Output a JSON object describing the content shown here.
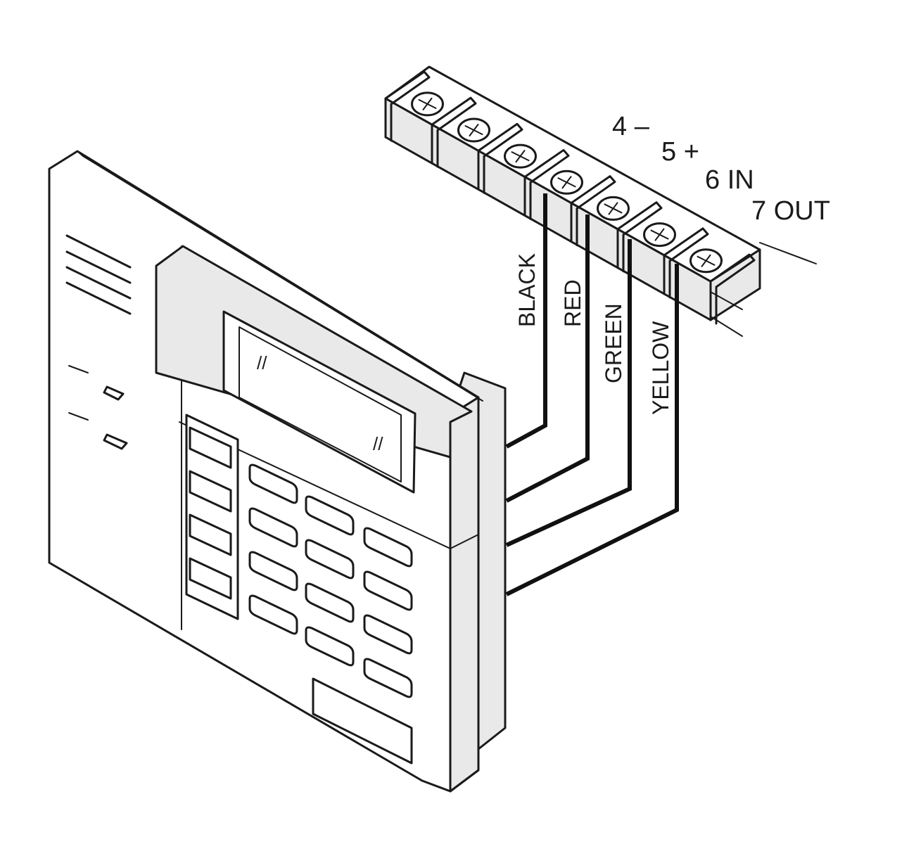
{
  "terminals": [
    {
      "id": "t4",
      "label": "4 –"
    },
    {
      "id": "t5",
      "label": "5 +"
    },
    {
      "id": "t6",
      "label": "6 IN"
    },
    {
      "id": "t7",
      "label": "7 OUT"
    }
  ],
  "wires": [
    {
      "id": "black",
      "label": "BLACK",
      "color": "#111111"
    },
    {
      "id": "red",
      "label": "RED",
      "color": "#111111"
    },
    {
      "id": "green",
      "label": "GREEN",
      "color": "#111111"
    },
    {
      "id": "yellow",
      "label": "YELLOW",
      "color": "#111111"
    }
  ],
  "keypad": {
    "screen_marks": [
      "//",
      "//"
    ]
  }
}
